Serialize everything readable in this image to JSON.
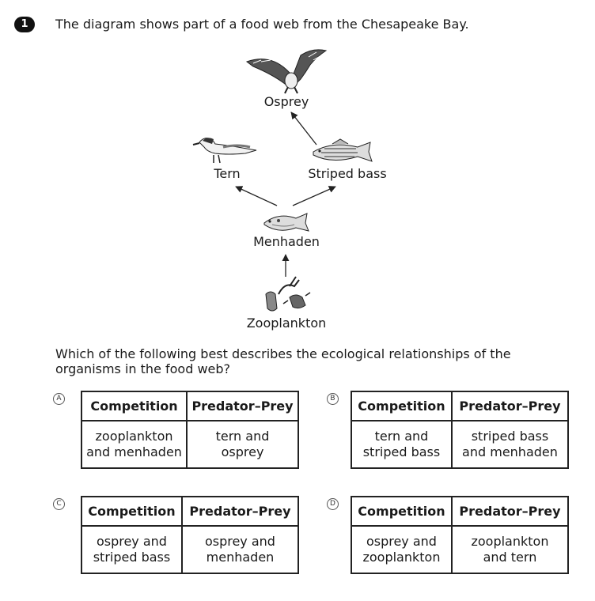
{
  "question": {
    "number": "1",
    "stem": "The diagram shows part of a food web from the Chesapeake Bay.",
    "prompt": "Which of the following best describes the ecological relationships of the organisms in the food web?"
  },
  "food_web": {
    "organisms": {
      "osprey": "Osprey",
      "tern": "Tern",
      "striped_bass": "Striped bass",
      "menhaden": "Menhaden",
      "zooplankton": "Zooplankton"
    }
  },
  "headers": {
    "competition": "Competition",
    "predator_prey": "Predator–Prey"
  },
  "options": {
    "a": {
      "letter": "A",
      "competition": [
        "zooplankton",
        "and menhaden"
      ],
      "predator_prey": [
        "tern and",
        "osprey"
      ]
    },
    "b": {
      "letter": "B",
      "competition": [
        "tern and",
        "striped bass"
      ],
      "predator_prey": [
        "striped bass",
        "and menhaden"
      ]
    },
    "c": {
      "letter": "C",
      "competition": [
        "osprey and",
        "striped bass"
      ],
      "predator_prey": [
        "osprey and",
        "menhaden"
      ]
    },
    "d": {
      "letter": "D",
      "competition": [
        "osprey and",
        "zooplankton"
      ],
      "predator_prey": [
        "zooplankton",
        "and tern"
      ]
    }
  }
}
